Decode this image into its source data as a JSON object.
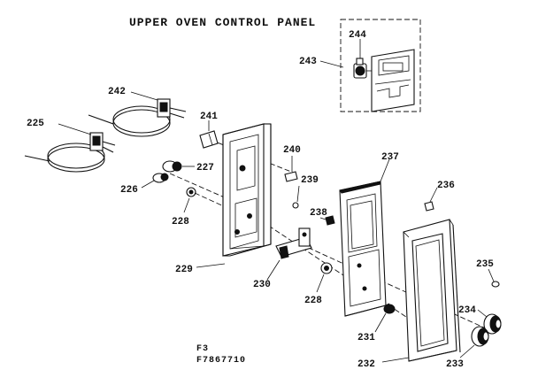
{
  "title": "UPPER OVEN CONTROL PANEL",
  "footer": {
    "line1": "F3",
    "line2": "F7867710"
  },
  "parts": {
    "p225": "225",
    "p226": "226",
    "p227": "227",
    "p228a": "228",
    "p228b": "228",
    "p229": "229",
    "p230": "230",
    "p231": "231",
    "p232": "232",
    "p233": "233",
    "p234": "234",
    "p235": "235",
    "p236": "236",
    "p237": "237",
    "p238": "238",
    "p239": "239",
    "p240": "240",
    "p241": "241",
    "p242": "242",
    "p243": "243",
    "p244": "244"
  }
}
